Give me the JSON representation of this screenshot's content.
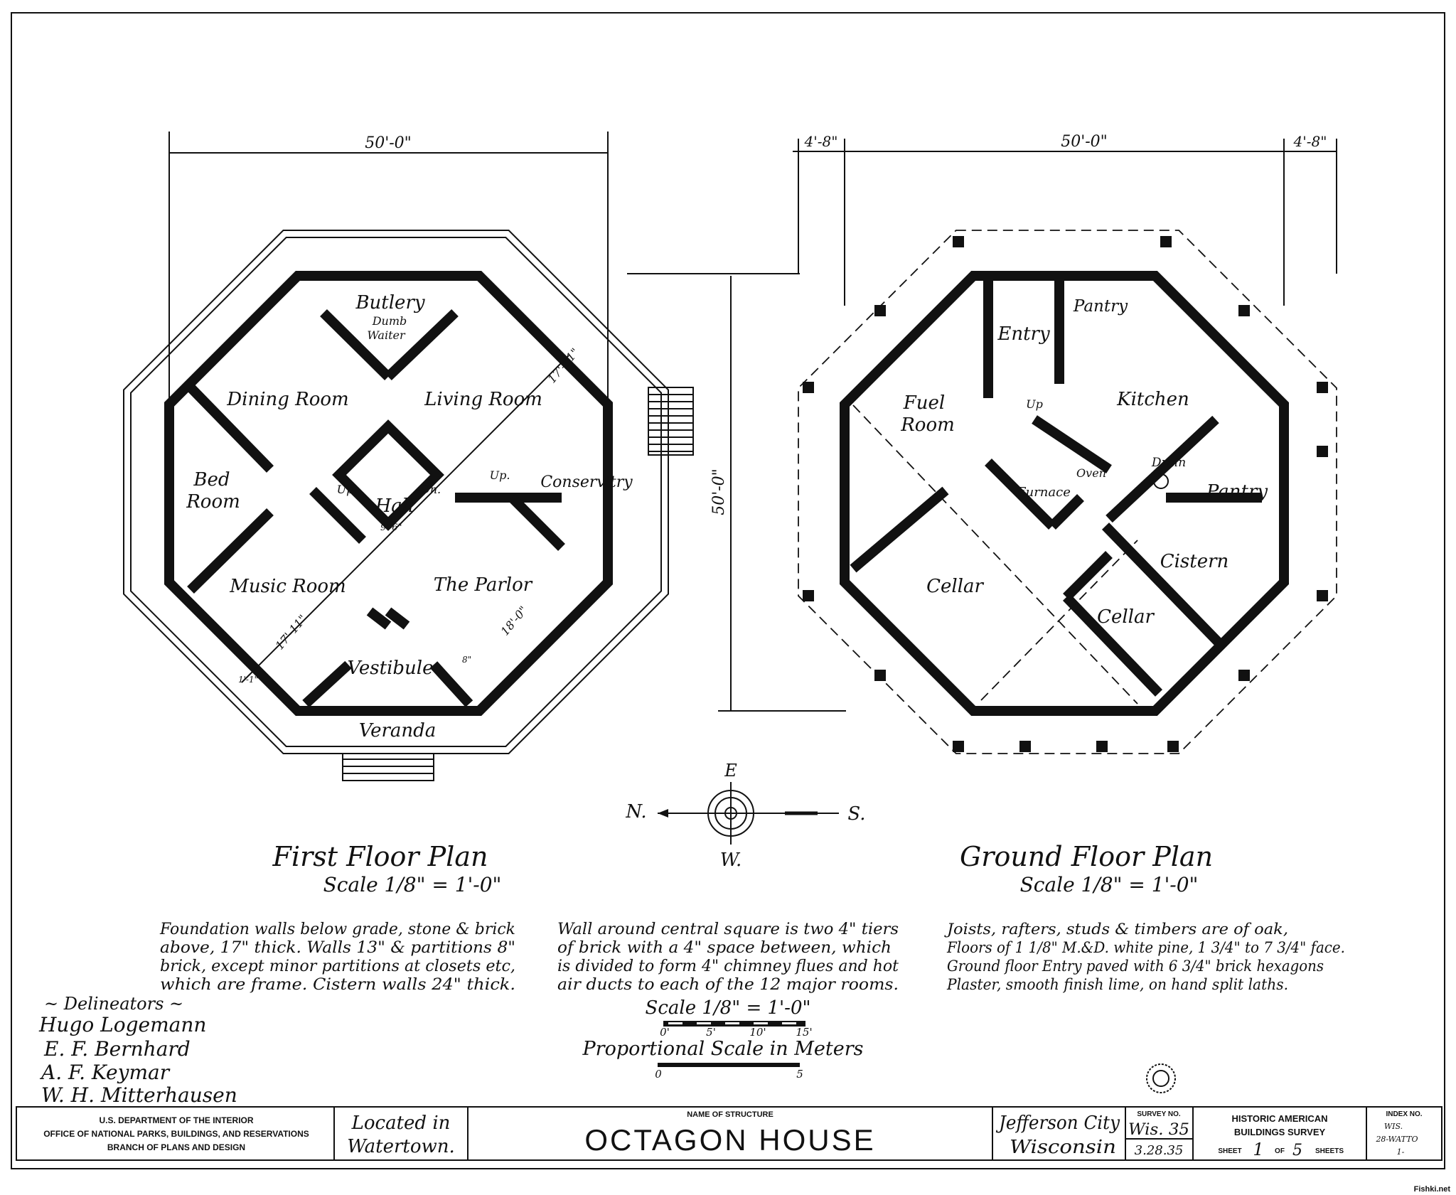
{
  "first_floor": {
    "title": "First Floor Plan",
    "scale": "Scale 1/8\" = 1'-0\"",
    "dim_width": "50'-0\"",
    "rooms": {
      "butlery": "Butlery",
      "dumb": "Dumb",
      "waiter": "Waiter",
      "dining": "Dining Room",
      "living": "Living Room",
      "bed1": "Bed",
      "bed2": "Room",
      "hall": "Hall",
      "up1": "Up.",
      "dn": "Dn.",
      "up2": "Up.",
      "conservatory": "Conserv'try",
      "music": "Music Room",
      "parlor": "The Parlor",
      "vestibule": "Vestibule",
      "veranda": "Veranda"
    },
    "dims": {
      "d1": "17'-11\"",
      "d2": "17'-11\"",
      "d3": "18'-0\"",
      "d4": "9'-6\"",
      "d5": "1'-1\"",
      "d6": "8\""
    }
  },
  "ground_floor": {
    "title": "Ground Floor Plan",
    "scale": "Scale 1/8\" = 1'-0\"",
    "dim_left": "4'-8\"",
    "dim_width": "50'-0\"",
    "dim_right": "4'-8\"",
    "dim_height": "50'-0\"",
    "rooms": {
      "entry": "Entry",
      "pantry1": "Pantry",
      "fuel1": "Fuel",
      "fuel2": "Room",
      "up": "Up",
      "kitchen": "Kitchen",
      "drain": "Drain",
      "oven": "Oven",
      "furnace": "Furnace",
      "pantry2": "Pantry",
      "cistern": "Cistern",
      "cellar1": "Cellar",
      "cellar2": "Cellar"
    }
  },
  "compass": {
    "n": "N.",
    "s": "S.",
    "e": "E",
    "w": "W."
  },
  "notes": {
    "left": [
      "Foundation walls below grade, stone & brick",
      "above, 17\" thick. Walls 13\" & partitions 8\"",
      "brick, except minor partitions at closets etc,",
      "which are frame. Cistern walls 24\" thick."
    ],
    "middle": [
      "Wall around central square is two 4\" tiers",
      "of brick with a 4\" space between, which",
      "is divided to form 4\" chimney flues and hot",
      "air ducts to each of the 12 major rooms."
    ],
    "right": [
      "Joists, rafters, studs & timbers are of oak,",
      "Floors of 1 1/8\" M.&D. white pine, 1 3/4\" to 7 3/4\" face.",
      "Ground floor Entry paved with 6 3/4\" brick hexagons",
      "Plaster, smooth finish lime, on hand split laths."
    ]
  },
  "scale_bar": {
    "title": "Scale 1/8\" = 1'-0\"",
    "ticks": [
      "0'",
      "5'",
      "10'",
      "15'"
    ],
    "metric_title": "Proportional Scale in Meters",
    "metric_ticks": [
      "0",
      "5"
    ]
  },
  "delineators": {
    "heading": "~ Delineators ~",
    "names": [
      "Hugo Logemann",
      "E. F. Bernhard",
      "A. F. Keymar",
      "W. H. Mitterhausen"
    ]
  },
  "title_block": {
    "agency": [
      "U.S. DEPARTMENT OF THE INTERIOR",
      "OFFICE OF NATIONAL PARKS, BUILDINGS, AND RESERVATIONS",
      "BRANCH OF PLANS AND DESIGN"
    ],
    "located": [
      "Located in",
      "Watertown."
    ],
    "name_label": "NAME OF STRUCTURE",
    "name": "OCTAGON HOUSE",
    "city": [
      "Jefferson City",
      "Wisconsin"
    ],
    "survey_label": "SURVEY NO.",
    "survey_no": "Wis. 35",
    "date": "3.28.35",
    "habs": [
      "HISTORIC AMERICAN",
      "BUILDINGS SURVEY"
    ],
    "sheet_label": "SHEET",
    "sheet_no": "1",
    "of_label": "OF",
    "sheet_total": "5",
    "sheets_label": "SHEETS",
    "index_label": "INDEX NO.",
    "index_value": [
      "WIS.",
      "28-WATTO",
      "1-"
    ]
  },
  "watermark": "Fishki.net"
}
